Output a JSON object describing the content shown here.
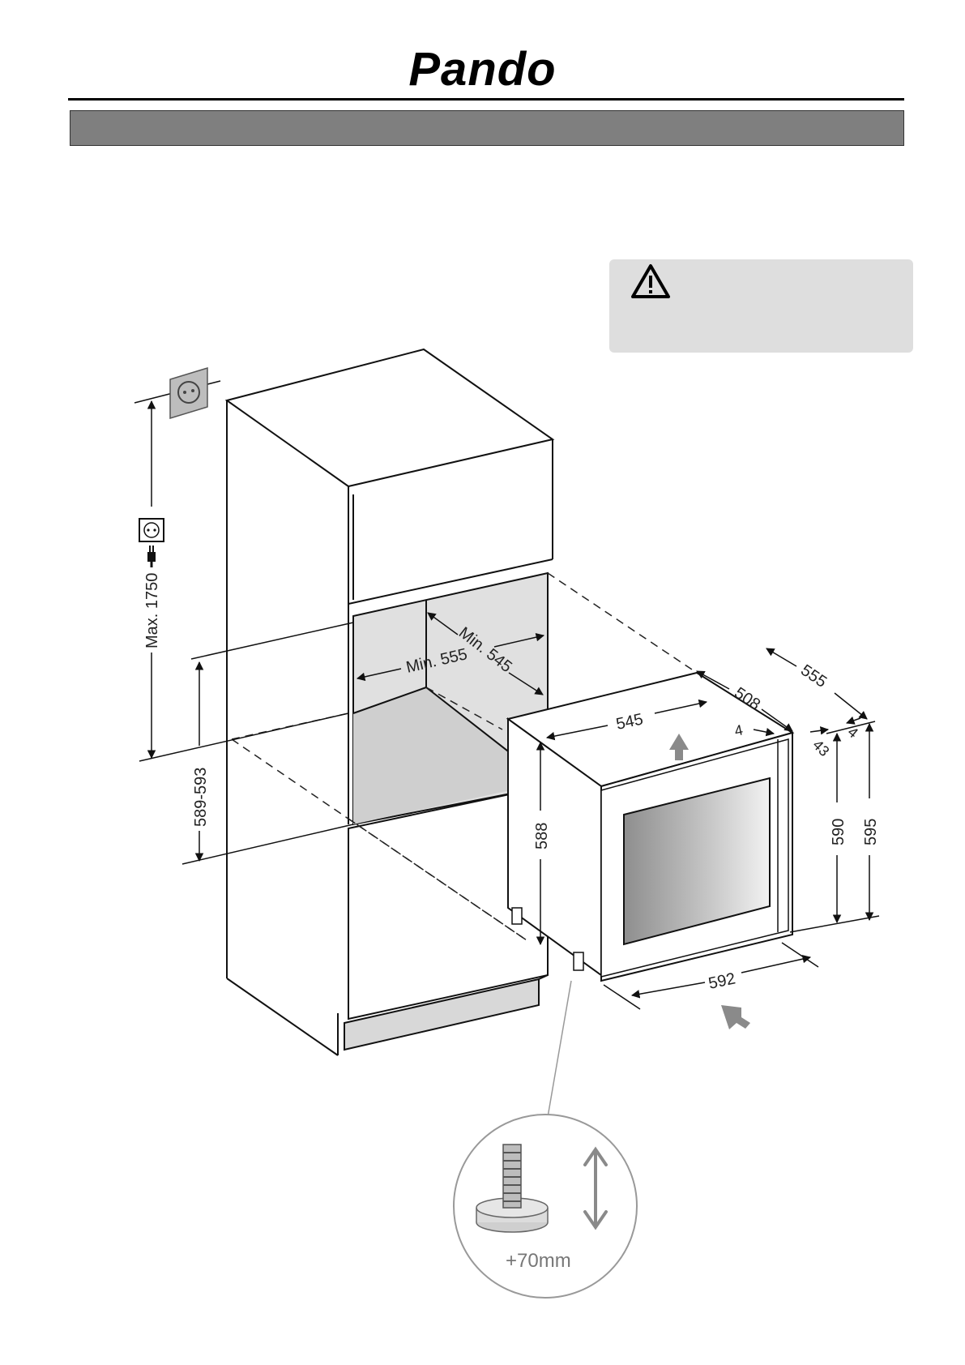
{
  "header": {
    "brand": "Pando"
  },
  "dimensions": {
    "max_height": "Max. 1750",
    "niche_height": "589-593",
    "min_width": "Min. 555",
    "min_depth": "Min. 545",
    "top_width": "545",
    "depth_508": "508",
    "depth_555": "555",
    "gap_left_4": "4",
    "gap_43": "43",
    "gap_right_4": "4",
    "body_height_588": "588",
    "height_590": "590",
    "height_595": "595",
    "front_width": "592",
    "foot_adjust": "+70mm"
  },
  "icons": {
    "warning": "warning-triangle-icon",
    "socket": "power-socket-icon",
    "plug": "plug-icon",
    "foot": "adjustable-foot-icon"
  }
}
